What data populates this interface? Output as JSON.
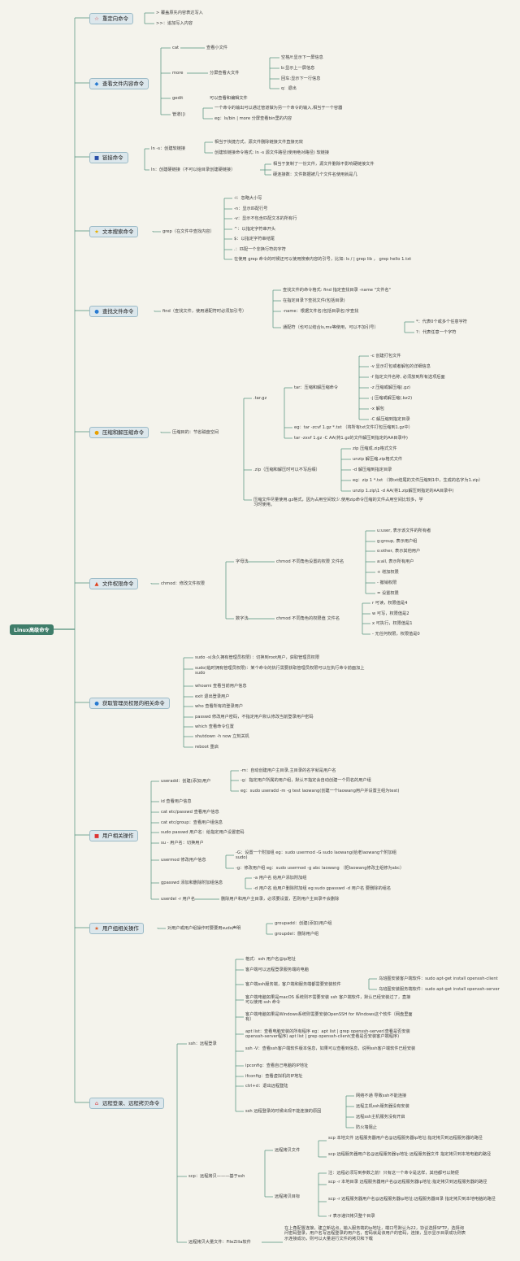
{
  "root": "Linux高级命令",
  "cat1": {
    "label": "重定向命令",
    "icon": "☆",
    "items": [
      "> 覆盖原先内容表达写入",
      ">>：追加写入内容"
    ]
  },
  "cat2": {
    "label": "查看文件内容命令",
    "icon": "◆",
    "cat": "cat",
    "cat_desc": "查看小文件",
    "more": "more",
    "more_desc": "分屏查看大文件",
    "more_keys": [
      "空格/f:显示下一屏信息",
      "b:显示上一屏信息",
      "回车:显示下一行信息",
      "q：退出"
    ],
    "gedit": "gedit",
    "gedit_desc": "可以查看和编辑文件",
    "pipe": "管道(|)",
    "pipe_items": [
      "一个命令的输出可以通过管道做为另一个命令的输入,相当于一个容器",
      "eg：ls/bin | more 分屏查看bin里的内容"
    ]
  },
  "cat3": {
    "label": "链接命令",
    "icon": "■",
    "soft": "ln -s：创建软链接",
    "soft_items": [
      "相当于快捷方式，源文件删除链接文件直接无效",
      "创建软链接命令格式: ln -s 源文件路径(使用绝对路径) 软链接"
    ],
    "hard": "ln：创建硬链接（不可以给目录创建硬链接）",
    "hard_items": [
      "相当于复制了一份文件，源文件删除不影响硬链接文件",
      "硬连接数：文件数据被几个文件名使用就是几"
    ]
  },
  "cat4": {
    "label": "文本搜索命令",
    "icon": "★",
    "grep": "grep（在文件中查找内容）",
    "items": [
      "-i：忽略大小写",
      "-n：显示匹配行号",
      "-v：显示不包含匹配文本的所有行",
      "^：以指定字符串开头",
      "$：以指定字符串结尾",
      ".：匹配一个非换行符的字符",
      "在使用 grep 命令的时候还可以使用搜索内容的引号，比如: ls / | grep lib ， grep hello 1.txt"
    ]
  },
  "cat5": {
    "label": "查找文件命令",
    "icon": "●",
    "find": "find（查找文件，使用通配符时必须加引号）",
    "items": [
      "查找文件的命令格式: find 指定查找目录 -name \"文件名\"",
      "在指定目录下查找文件(包括目录)",
      "-name：根据文件名(包括目录名)字查找",
      "通配符（也可以结合ls,mv等使用，可以不加引号）"
    ],
    "wildcards": [
      "*：代表0个或多个任意字符",
      "?：代表任意一个字符"
    ]
  },
  "cat6": {
    "label": "压缩和解压缩命令",
    "icon": "●",
    "purpose": "压缩目的：节省磁盘空间",
    "gz": ".tar.gz",
    "tar": "tar：压缩和解压缩命令",
    "tar_opts": [
      "-c 创建打包文件",
      "-v 显示打包或者解包的详细信息",
      "-f 指定文件名称, 必须放到所有选项后面",
      "-z 压缩或解压缩(.gz)",
      "-j 压缩或解压缩(.bz2)",
      "-x 解包",
      "-C 解压缩到指定目录"
    ],
    "tar_eg": [
      "eg：tar -zcvf 1.gz *.txt （将所有txt文件打包压缩到1.gz中）",
      "tar -zxvf 1.gz -C AA(将1.gz的文件解压到指定的AA目录中)"
    ],
    "zip": ".zip（压缩和解压时可以不写后缀）",
    "zip_opts": [
      "zip 压缩成.zip格式文件",
      "unzip 解压缩.zip格式文件",
      "-d 解压缩到指定目录",
      "eg：zip 1 *.txt （将txt结尾的文件压缩到1中，生成的名字为1.zip）",
      "unzip 1.zip\\1 -d AA(将1.zip解压到指定的AA目录中)"
    ],
    "note": "压缩文件尽量使用.gz格式，因为占用空间较少.使用zip命令压缩的文件占用空间比较多，学习时使用。"
  },
  "cat7": {
    "label": "文件权限命令",
    "icon": "▲",
    "chmod": "chmod：修改文件权限",
    "alpha": "字母法",
    "alpha_cmd": "chmod 不同角色设置的权限 文件名",
    "alpha_items": [
      "u:user, 表示该文件的所有者",
      "g:group, 表示用户组",
      "o:other, 表示其他用户",
      "a:all, 表示所有用户",
      "+ 增加权限",
      "- 撤销权限",
      "= 设置权限"
    ],
    "digit": "数字法",
    "digit_cmd": "chmod 不同角色的权限值 文件名",
    "digit_items": [
      "r 可读，权限值是4",
      "w 可写，权限值是2",
      "x 可执行，权限值是1",
      "- 无任何权限，权限值是0"
    ]
  },
  "cat8": {
    "label": "获取管理员权限的相关命令",
    "icon": "●",
    "items": [
      "sudo -s(永久拥有管理员权限）：切换到root用户，获取管理员权限",
      "sudo(临时拥有管理员权限)：某个命令的执行需要获取管理员权限可以在执行命令前面加上sudo",
      "whoami 查看当前用户信息",
      "exit 退出登录用户",
      "who 查看所有的登录用户",
      "passwd 修改用户密码，不指定用户默认修改当前登录用户密码",
      "which 查看命令位置",
      "shutdown -h now 立刻关机",
      "reboot 重启"
    ]
  },
  "cat9": {
    "label": "用户相关操作",
    "icon": "■",
    "useradd": "useradd：创建(添加)用户",
    "useradd_items": [
      "-m：自动创建用户主目录,主目录的名字就是用户名",
      "-g：指定用户所属的用户组，默认不指定会自动创建一个同名的用户组",
      "eg：sudo useradd -m -g test laowang(创建一个laowang用户并设置主组为test)"
    ],
    "misc": [
      "id 查看用户信息",
      "cat etc/passwd 查看用户信息",
      "cat etc/group：查看用户组信息",
      "sudo passwd 用户名：给指定用户设置密码",
      "su - 用户名：切换用户"
    ],
    "usermod": "usermod 修改用户信息",
    "usermod_items": [
      "-G：设置一个附加组 eg：sudo usermod -G sudo laowang(给老laowang个附加组sudo)",
      "-g：修改用户组 eg：sudo usermod -g abc laowang （把laowang修改主组修为abc）"
    ],
    "gpasswd": "gpasswd 添加和删除附加组信息",
    "gpasswd_items": [
      "-a 用户名 给用户添加附加组",
      "-d 用户名 给用户删除附加组 eg:sudo gpasswd -d 用户名 要删除的组名"
    ],
    "userdel": "userdel -r 用户名",
    "userdel_desc": "删除用户和用户主目录，必须要设置，否则用户主目录不会删除"
  },
  "cat10": {
    "label": "用户组相关操作",
    "icon": "★",
    "desc": "对用户或用户组操作时要要用sudo声明",
    "items": [
      "groupadd：创建(添加)用户组",
      "groupdel：删除用户组"
    ]
  },
  "cat11": {
    "label": "远程登录、远程拷贝命令",
    "icon": "⌂",
    "ssh": "ssh：远程登录",
    "ssh_items": [
      "格式：ssh 用户名@ip地址",
      "客户端可以远程登录服务端的电脑",
      "客户端ssh服务端，客户端和服务端都需要安装软件",
      "客户端电脑如果是macOS 系统则不需要安装 ssh 客户端软件，默认已经安装过了，直接可以使用 ssh 命令",
      "客户端电脑如果是Windows系统则需要安装OpenSSH for Windows这个软件（网盘里面有）",
      "apt list：查看电脑安装的所有程序 eg：apt list | grep openssh-server(查看是否安装openssh-server程序) apt list | grep openssh-client(查看是否安装客户端程序)",
      "ssh -V：查看ssh客户端软件版本信息，如果可以查看到信息，说明ssh客户端软件已经安装",
      "ipconfig：查看自己电脑的IP地址",
      "ifconfig：查看虚拟机的IP地址",
      "ctrl+d：退出远程登陆",
      "ssh 远程登录的时候出现不能连接的原因"
    ],
    "install": [
      "乌班图安装客户端软件：sudo apt-get install openssh-client",
      "乌班图安装服务端软件：sudo apt-get install openssh-server"
    ],
    "reasons": [
      "网络不通 导致ssh不能连接",
      "远程主机ssh服务器没有安装",
      "远程ssh主机服务没有开启",
      "防火墙阻止"
    ],
    "scp": "scp：远程拷贝———基于ssh",
    "scp_file": "远程拷贝文件",
    "scp_file_items": [
      "scp 本地文件 远程服务器用户名@远程服务器ip地址:指定拷贝到远程服务器的路径",
      "scp 远程服务器用户名@远程服务器ip地址:远程服务器文件 指定拷贝到本地电脑的路径"
    ],
    "scp_dir": "远程拷贝目标",
    "scp_dir_items": [
      "注：远程必须写到参数之前！只有这一个命令是这样，其他都可以随便",
      "scp -r 本地目录 远程服务器用户名@远程服务器ip地址:指定拷贝到远程服务器的路径",
      "scp -r 远程服务器用户名@远程服务器ip地址:远程服务器目录 指定拷贝到本地电脑的路径",
      "-r 表示递归拷贝整个目录"
    ],
    "filezilla": "远程拷贝大量文件：FileZilla软件",
    "filezilla_desc": "在上角配置连接，建立新站点，输入服务端的ip地址，端口号默认为22，协议选择SFTP，选择询问密码登录，用户名写远程登录的用户名，密码就是该用户的密码，连接，显示显示目录成功则表示连接成功，则可以大量进行文件的拷贝和下载"
  },
  "colors": {
    "root": "#3f7d6a",
    "category_bg": "#dce7ec",
    "line": "#4f8f7a",
    "background": "#f4f3ec"
  }
}
